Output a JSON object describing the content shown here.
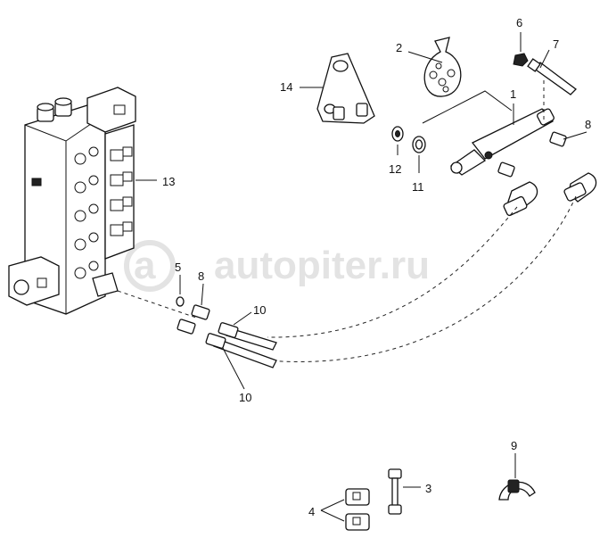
{
  "watermark": {
    "text": "autopiter.ru"
  },
  "callouts": [
    {
      "id": "1",
      "label": "1"
    },
    {
      "id": "2",
      "label": "2"
    },
    {
      "id": "3",
      "label": "3"
    },
    {
      "id": "4",
      "label": "4"
    },
    {
      "id": "5",
      "label": "5"
    },
    {
      "id": "6",
      "label": "6"
    },
    {
      "id": "7",
      "label": "7"
    },
    {
      "id": "8a",
      "label": "8"
    },
    {
      "id": "8b",
      "label": "8"
    },
    {
      "id": "9",
      "label": "9"
    },
    {
      "id": "10a",
      "label": "10"
    },
    {
      "id": "10b",
      "label": "10"
    },
    {
      "id": "11",
      "label": "11"
    },
    {
      "id": "12",
      "label": "12"
    },
    {
      "id": "13",
      "label": "13"
    },
    {
      "id": "14",
      "label": "14"
    }
  ]
}
